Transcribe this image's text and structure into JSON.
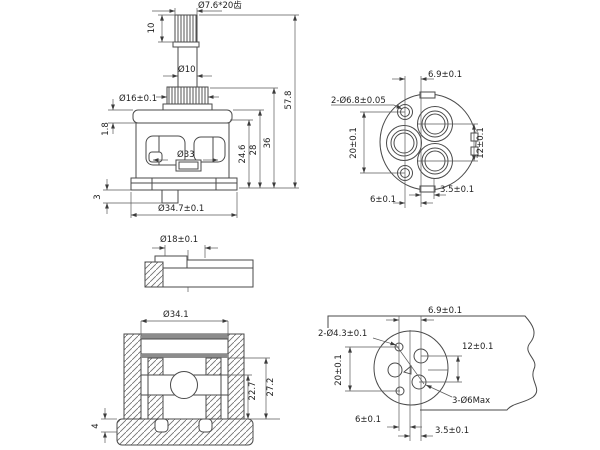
{
  "drawing": {
    "side_view": {
      "spline_label": "Ø7.6*20齿",
      "spline_height": "10",
      "stem_dia": "Ø10",
      "broach_dia": "Ø16±0.1",
      "cap_step": "1.8",
      "bore_dia": "Ø33",
      "tab_height": "3",
      "base_dia": "Ø34.7±0.1",
      "height_1": "24.6",
      "height_2": "28",
      "height_3": "36",
      "total_height": "57.8"
    },
    "bottom_view": {
      "offset_top": "6.9±0.1",
      "pin_bosses": "2-Ø6.8±0.05",
      "pin_spacing": "20±0.1",
      "port_spacing": "12±0.1",
      "offset_right": "3.5±0.1",
      "offset_left": "6±0.1"
    },
    "adapter_section": {
      "dia": "Ø18±0.1"
    },
    "housing_section": {
      "bore_dia": "Ø34.1",
      "depth_inner": "22.7",
      "depth_outer": "27.2",
      "pin_height": "4"
    },
    "seat_view": {
      "offset_top": "6.9±0.1",
      "pin_holes": "2-Ø4.3±0.1",
      "port_spacing": "12±0.1",
      "hole_spacing": "20±0.1",
      "ports": "3-Ø6Max",
      "offset_left": "6±0.1",
      "offset_right": "3.5±0.1"
    }
  }
}
